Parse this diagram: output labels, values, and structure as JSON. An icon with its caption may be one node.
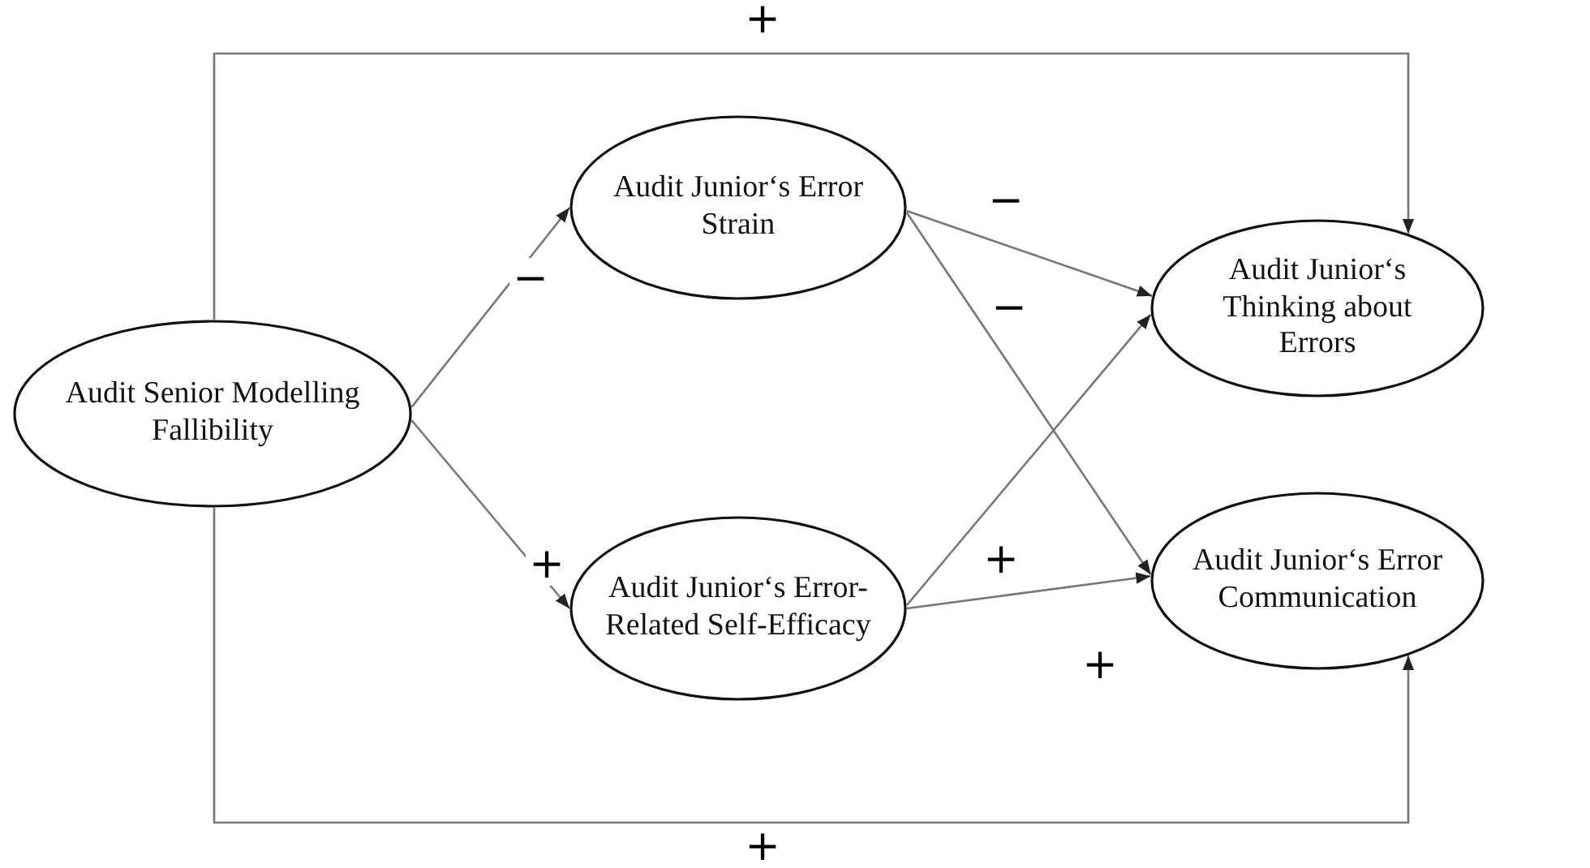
{
  "diagram": {
    "nodes": [
      {
        "text": [
          "Audit Senior Modelling Fallibility"
        ]
      },
      {
        "text": [
          "Audit Junior‘s Error Strain"
        ]
      },
      {
        "text": [
          "Audit Junior‘s Error-Related Self-Efficacy"
        ]
      },
      {
        "text": [
          "Audit Junior‘s Thinking about Errors"
        ]
      },
      {
        "text": [
          "Audit Junior‘s Error Communication"
        ]
      }
    ],
    "edges": [
      {
        "from": 0,
        "to": 1,
        "arrow": "to",
        "label": "−"
      },
      {
        "from": 0,
        "to": 2,
        "arrow": "to",
        "label": "+"
      },
      {
        "from": 1,
        "to": 3,
        "arrow": "to",
        "label": "−"
      },
      {
        "from": 1,
        "to": 4,
        "arrow": "to",
        "label": "−"
      },
      {
        "from": 2,
        "to": 3,
        "arrow": "to",
        "label": "+"
      },
      {
        "from": 2,
        "to": 4,
        "arrow": "to",
        "label": "+"
      },
      {
        "from": 0,
        "to": 3,
        "arrow": "to",
        "label": "+"
      },
      {
        "from": 0,
        "to": 4,
        "arrow": "to",
        "label": "+"
      }
    ]
  }
}
